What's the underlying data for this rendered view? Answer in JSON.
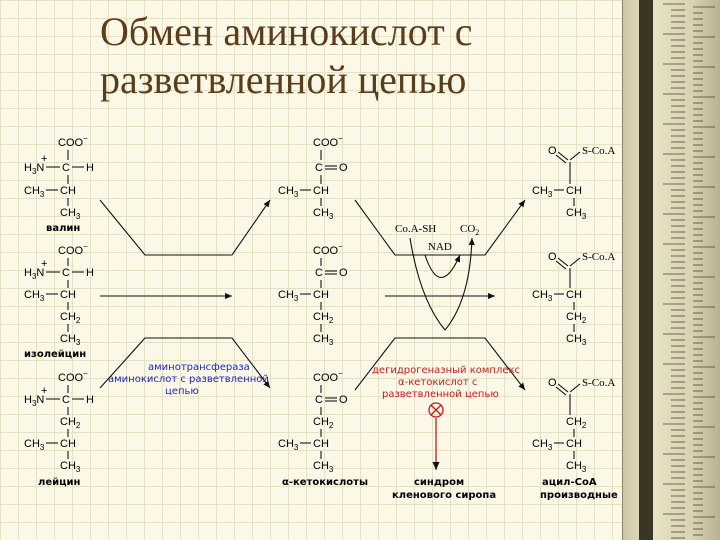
{
  "slide": {
    "title_line1": "Обмен аминокислот с",
    "title_line2": "разветвленной цепью"
  },
  "labels": {
    "valine": "валин",
    "isoleucine": "изолейцин",
    "leucine": "лейцин",
    "keto_acids": "α-кетокислоты",
    "maple_line1": "синдром",
    "maple_line2": "кленового сиропа",
    "acyl_line1": "ацил-СоА",
    "acyl_line2": "производные"
  },
  "enzymes": {
    "transaminase_line1": "аминотрансфераза",
    "transaminase_line2": "аминокислот с разветвленной",
    "transaminase_line3": "цепью",
    "dehydrogenase_line1": "дегидрогеназный комплекс",
    "dehydrogenase_line2": "α-кетокислот с",
    "dehydrogenase_line3": "разветвленной цепью"
  },
  "cofactors": {
    "coa": "Co.A-SH",
    "co2": "CO",
    "co2_sub": "2",
    "nad": "NAD"
  },
  "formula": {
    "coo": "COO",
    "charge_minus": "−",
    "charge_plus": "+",
    "h3n": "H",
    "n": "N",
    "sub3": "3",
    "sub2": "2",
    "c": "C",
    "h": "H",
    "o": "O",
    "ch": "CH",
    "ch3": "CH",
    "ch2": "CH",
    "scoa": "S-Co.A"
  },
  "colors": {
    "title": "#5a3e1b",
    "enzyme_blue": "#1a25c8",
    "enzyme_red": "#c81a1a",
    "background": "#fbf8e8"
  }
}
